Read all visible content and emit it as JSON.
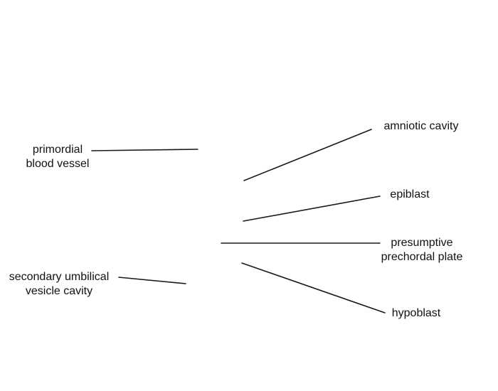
{
  "labels": {
    "primordial_blood_vessel": [
      "primordial",
      "blood vessel"
    ],
    "secondary_umbilical_vesicle_cavity": [
      "secondary umbilical",
      "vesicle cavity"
    ],
    "amniotic_cavity": [
      "amniotic cavity"
    ],
    "epiblast": [
      "epiblast"
    ],
    "presumptive_prechordal_plate": [
      "presumptive",
      "prechordal plate"
    ],
    "hypoblast": [
      "hypoblast"
    ]
  },
  "colors": {
    "line": "#1a1a1a",
    "text": "#111111",
    "background": "#ffffff"
  }
}
